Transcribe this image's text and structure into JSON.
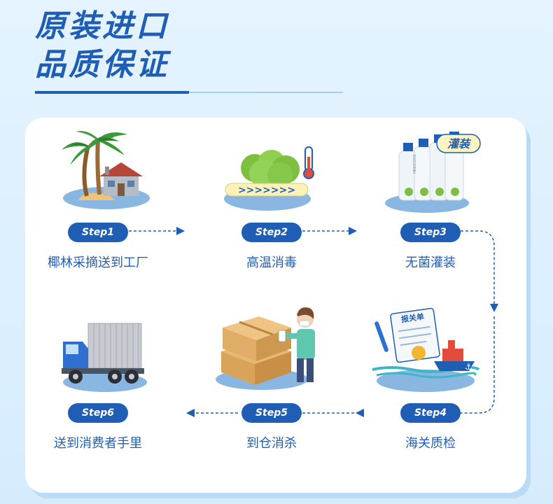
{
  "headline": {
    "line1": "原装进口",
    "line2": "品质保证"
  },
  "steps": [
    {
      "badge": "Step1",
      "label": "椰林采摘送到工厂",
      "icon": "coconut-farm-icon"
    },
    {
      "badge": "Step2",
      "label": "高温消毒",
      "icon": "coconut-sterilize-icon"
    },
    {
      "badge": "Step3",
      "label": "无菌灌装",
      "icon": "bottles-icon",
      "tag": "灌装",
      "bottle_text": "INNOCOCO"
    },
    {
      "badge": "Step4",
      "label": "海关质检",
      "icon": "customs-ship-icon",
      "doc": "报关单"
    },
    {
      "badge": "Step5",
      "label": "到仓消杀",
      "icon": "warehouse-boxes-icon"
    },
    {
      "badge": "Step6",
      "label": "送到消费者手里",
      "icon": "truck-icon"
    }
  ],
  "colors": {
    "primary": "#1f5eb4",
    "light": "#a8cdef",
    "background": "#d6ecfd"
  }
}
